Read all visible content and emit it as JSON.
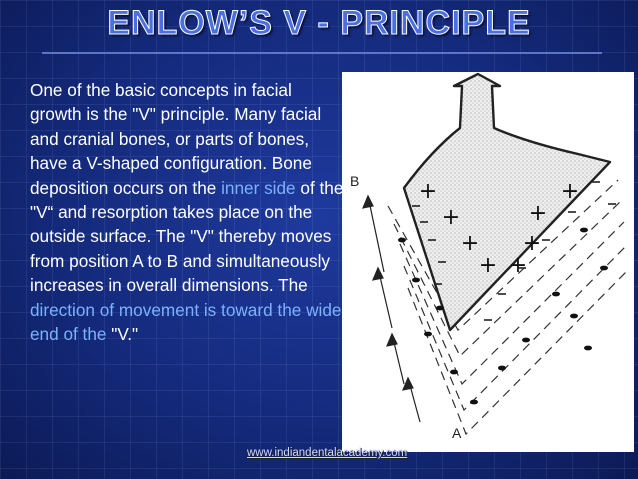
{
  "slide": {
    "title": "ENLOW’S V - PRINCIPLE",
    "body": {
      "part1": "One of the basic concepts in facial growth is the \"V\" principle. Many facial and cranial bones, or parts of bones, have a V-shaped configuration. Bone deposition occurs on the ",
      "highlight1": "inner side",
      "part2": " of the \"V“ and resorption takes place on the outside surface. The \"V\" thereby moves from position A to B and simultaneously increases in overall dimensions. The ",
      "highlight2": "direction of movement is toward the wide end of the",
      "part3": " \"V.\""
    },
    "figure": {
      "label_b": "B",
      "label_a": "A"
    },
    "footer_link": "www.indiandentalacademy.com"
  },
  "colors": {
    "background": "#142a7c",
    "title": "#4a6fe0",
    "highlight": "#7ab2ff",
    "text": "#ffffff"
  }
}
